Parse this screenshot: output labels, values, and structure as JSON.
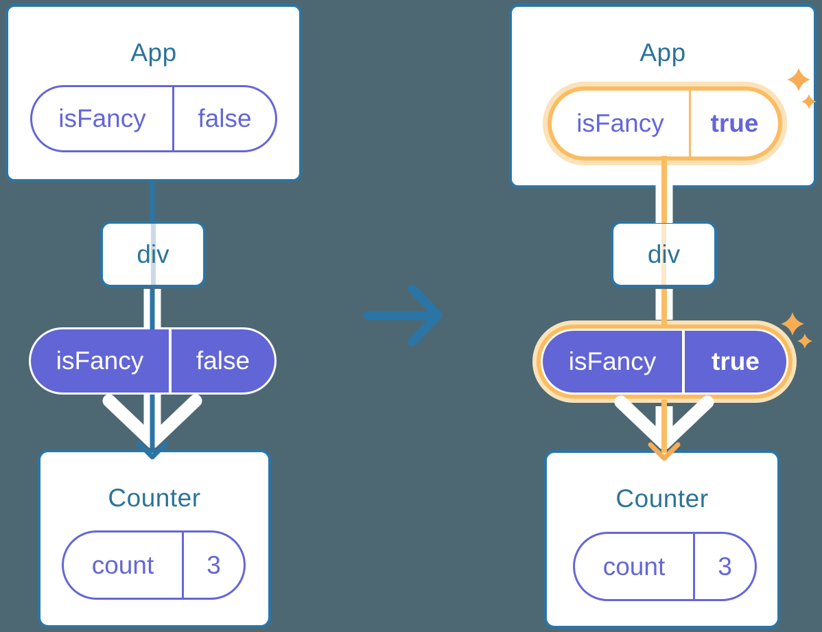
{
  "left_diagram": {
    "app_card": {
      "title": "App",
      "state_pill": {
        "key": "isFancy",
        "value": "false"
      }
    },
    "div_node": {
      "label": "div"
    },
    "prop_pill": {
      "key": "isFancy",
      "value": "false"
    },
    "counter_card": {
      "title": "Counter",
      "state_pill": {
        "key": "count",
        "value": "3"
      }
    }
  },
  "right_diagram": {
    "app_card": {
      "title": "App",
      "state_pill": {
        "key": "isFancy",
        "value": "true"
      }
    },
    "div_node": {
      "label": "div"
    },
    "prop_pill": {
      "key": "isFancy",
      "value": "true"
    },
    "counter_card": {
      "title": "Counter",
      "state_pill": {
        "key": "count",
        "value": "3"
      }
    }
  },
  "icons": {
    "transition_arrow": "right-arrow-icon",
    "sparkles": "sparkles-icon"
  },
  "colors": {
    "background": "#4D6872",
    "card_border_blue": "#2B75A6",
    "component_text": "#2C7397",
    "purple_outline": "#6366D8",
    "purple_fill": "#6165D6",
    "highlight_orange": "#FBBC61",
    "highlight_halo": "#FBE2B9",
    "sparkle_orange": "#F6AD55",
    "pipe_white": "#FFFFFF"
  }
}
